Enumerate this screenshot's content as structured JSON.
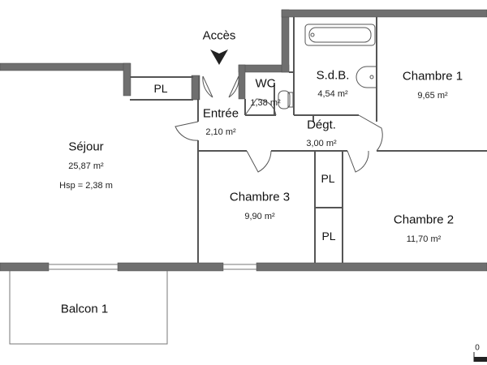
{
  "colors": {
    "wall": "#6f6f6f",
    "wall_edge": "#4a4a4a",
    "line": "#555555",
    "background": "#ffffff"
  },
  "plan": {
    "access": {
      "label": "Accès",
      "icon": "arrow-down-icon"
    },
    "rooms": [
      {
        "key": "sejour",
        "name": "Séjour",
        "area": "25,87 m²",
        "note": "Hsp = 2,38 m"
      },
      {
        "key": "entree",
        "name": "Entrée",
        "area": "2,10 m²"
      },
      {
        "key": "wc",
        "name": "WC",
        "area": "1,38 m²"
      },
      {
        "key": "sdb",
        "name": "S.d.B.",
        "area": "4,54 m²"
      },
      {
        "key": "chambre1",
        "name": "Chambre 1",
        "area": "9,65 m²"
      },
      {
        "key": "degt",
        "name": "Dégt.",
        "area": "3,00 m²"
      },
      {
        "key": "chambre3",
        "name": "Chambre 3",
        "area": "9,90 m²"
      },
      {
        "key": "chambre2",
        "name": "Chambre 2",
        "area": "11,70 m²"
      },
      {
        "key": "balcon1",
        "name": "Balcon 1"
      }
    ],
    "closets": [
      "PL",
      "PL",
      "PL"
    ],
    "scale": {
      "label": "0"
    }
  }
}
